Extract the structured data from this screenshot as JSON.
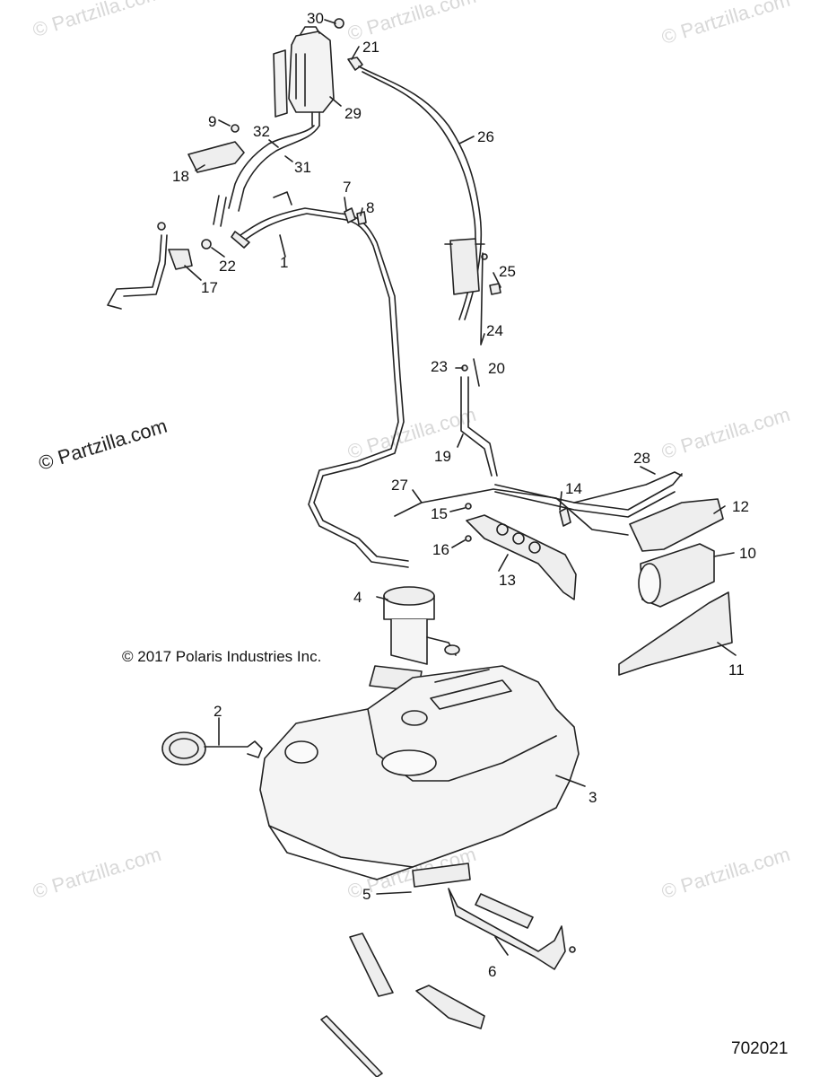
{
  "watermarks": {
    "small": "© Partzilla.com",
    "large": "© Partzilla.com"
  },
  "copyright": "© 2017 Polaris Industries Inc.",
  "figure_number": "702021",
  "callouts": [
    "1",
    "2",
    "3",
    "4",
    "5",
    "6",
    "7",
    "8",
    "9",
    "10",
    "11",
    "12",
    "13",
    "14",
    "15",
    "16",
    "17",
    "18",
    "19",
    "20",
    "21",
    "22",
    "23",
    "24",
    "25",
    "26",
    "27",
    "28",
    "29",
    "30",
    "31",
    "32"
  ],
  "colors": {
    "line": "#222222",
    "fill": "#eeeeee",
    "watermark": "#d8d8d8"
  }
}
